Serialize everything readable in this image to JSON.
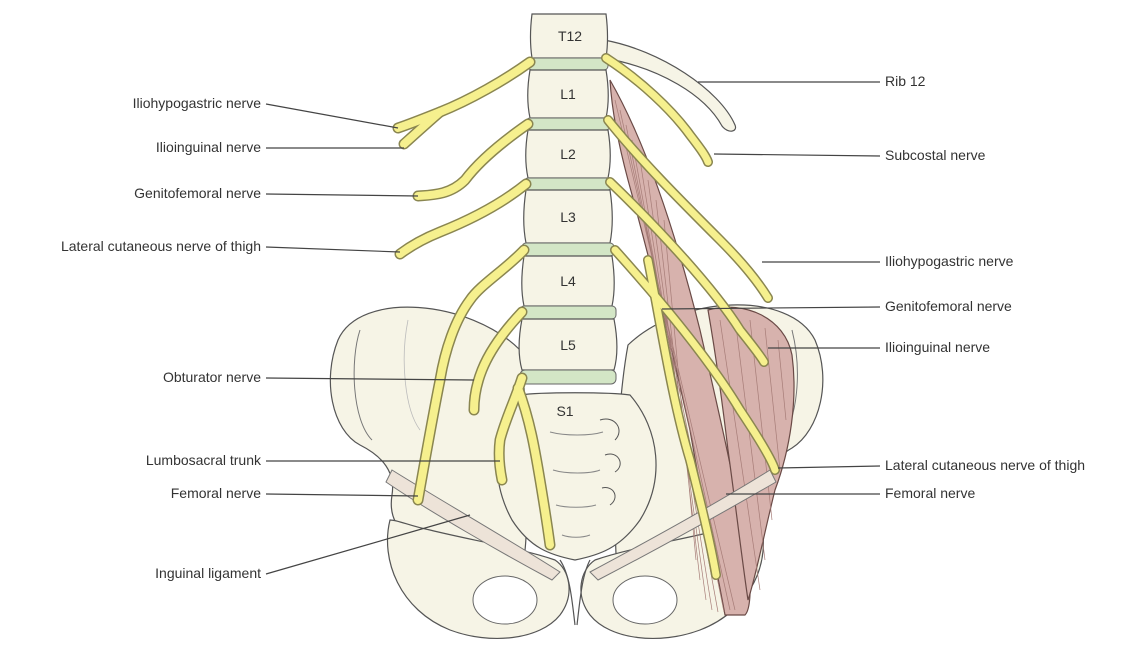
{
  "vertebrae": [
    "T12",
    "L1",
    "L2",
    "L3",
    "L4",
    "L5",
    "S1"
  ],
  "labels_left": [
    "Iliohypogastric nerve",
    "Ilioinguinal nerve",
    "Genitofemoral nerve",
    "Lateral cutaneous nerve of thigh",
    "Obturator nerve",
    "Lumbosacral trunk",
    "Femoral nerve",
    "Inguinal ligament"
  ],
  "labels_right": [
    "Rib 12",
    "Subcostal nerve",
    "Iliohypogastric nerve",
    "Genitofemoral nerve",
    "Ilioinguinal nerve",
    "Lateral cutaneous nerve of thigh",
    "Femoral nerve"
  ],
  "colors": {
    "nerve": "#f6f08e",
    "bone": "#f6f4e6",
    "disc": "#d3e6c6",
    "muscle": "#d7b2ad",
    "leader": "#444444"
  }
}
